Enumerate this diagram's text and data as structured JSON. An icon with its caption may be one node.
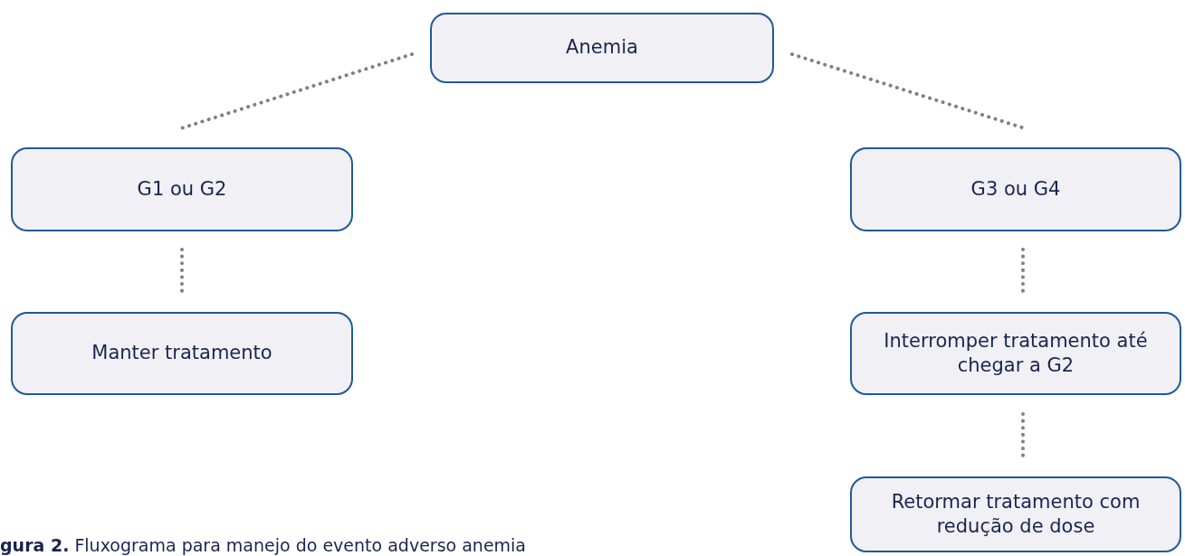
{
  "diagram": {
    "caption": "**gura 2.** Fluxograma para manejo do evento adverso anemia",
    "nodes": [
      {
        "text": [
          "Anemia"
        ]
      },
      {
        "text": [
          "G1 ou G2"
        ]
      },
      {
        "text": [
          "G3 ou G4"
        ]
      },
      {
        "text": [
          "Manter tratamento"
        ]
      },
      {
        "text": [
          "Interromper tratamento até chegar a G2"
        ]
      },
      {
        "text": [
          "Retormar tratamento com redução de dose"
        ]
      }
    ],
    "edges": [
      {
        "from": 0,
        "to": 1,
        "arrow": "none"
      },
      {
        "from": 0,
        "to": 2,
        "arrow": "none"
      },
      {
        "from": 1,
        "to": 3,
        "arrow": "none"
      },
      {
        "from": 2,
        "to": 4,
        "arrow": "none"
      },
      {
        "from": 4,
        "to": 5,
        "arrow": "none"
      }
    ]
  }
}
